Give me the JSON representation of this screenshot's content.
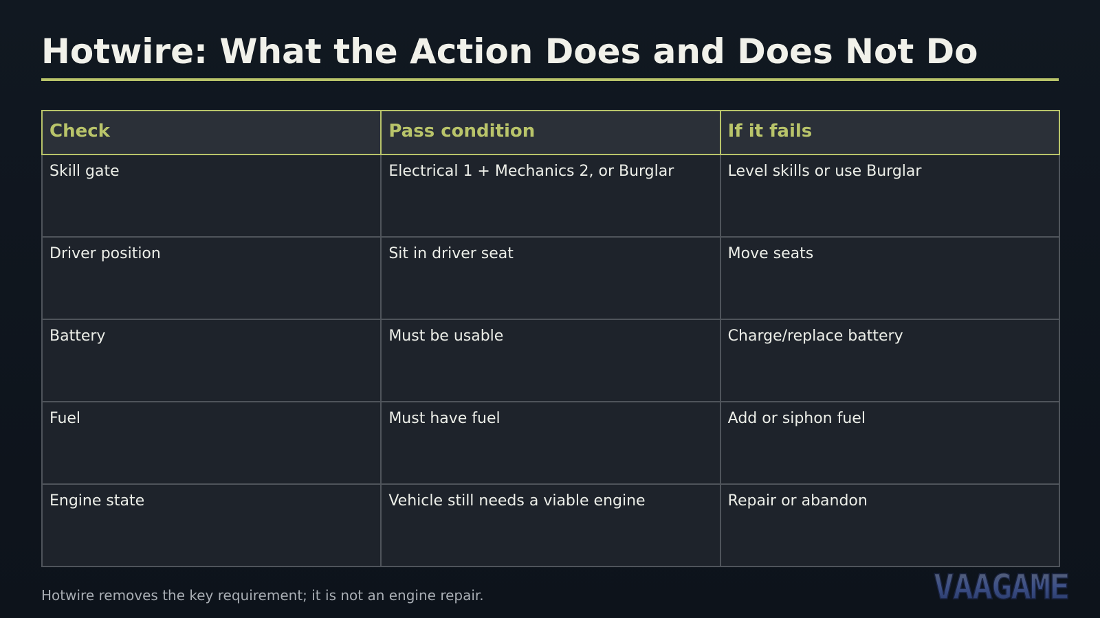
{
  "slide": {
    "title": "Hotwire: What the Action Does and Does Not Do",
    "footnote": "Hotwire removes the key requirement; it is not an engine repair.",
    "logo_text": "VAAGAME"
  },
  "table": {
    "headers": [
      "Check",
      "Pass condition",
      "If it fails"
    ],
    "rows": [
      [
        "Skill gate",
        "Electrical 1 + Mechanics 2, or Burglar",
        "Level skills or use Burglar"
      ],
      [
        "Driver position",
        "Sit in driver seat",
        "Move seats"
      ],
      [
        "Battery",
        "Must be usable",
        "Charge/replace battery"
      ],
      [
        "Fuel",
        "Must have fuel",
        "Add or siphon fuel"
      ],
      [
        "Engine state",
        "Vehicle still needs a viable engine",
        "Repair or abandon"
      ]
    ]
  },
  "colors": {
    "background": "#0f151d",
    "accent": "#b9c46a",
    "header_fill": "#2b3038",
    "cell_fill": "#1e232b",
    "cell_border": "#4f545b",
    "text": "#eceee8",
    "muted_text": "#a9aeb4",
    "logo_fill": "#3a4f86"
  }
}
